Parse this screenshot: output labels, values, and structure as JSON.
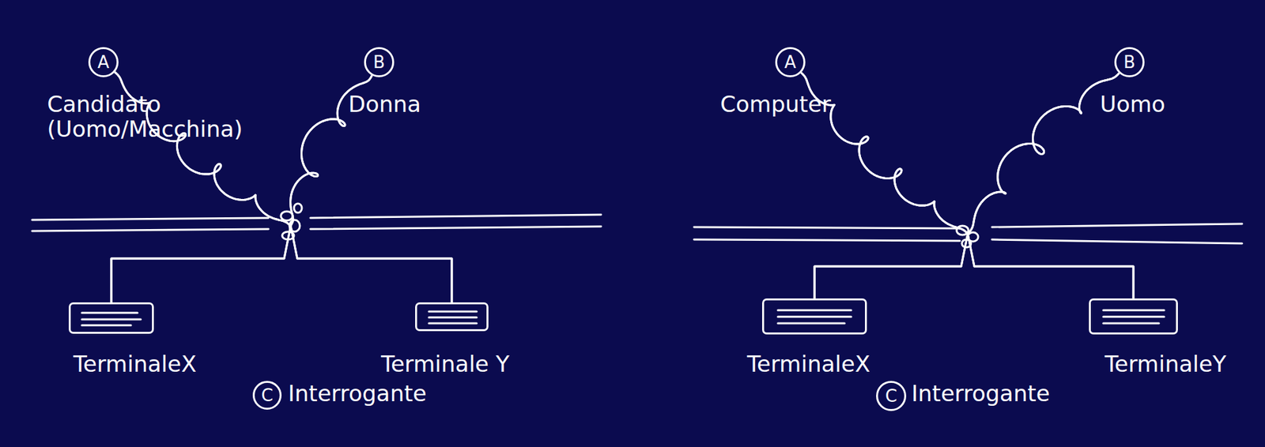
{
  "diagram": {
    "nodes": [
      {
        "text": [
          "A",
          "Candidato (Uomo/Macchina)"
        ]
      },
      {
        "text": [
          "B",
          "Donna"
        ]
      },
      {
        "text": [
          "TerminaleX"
        ]
      },
      {
        "text": [
          "Terminale Y"
        ]
      },
      {
        "text": [
          "C",
          "Interrogante"
        ]
      },
      {
        "text": [
          "A",
          "Computer"
        ]
      },
      {
        "text": [
          "B",
          "Uomo"
        ]
      },
      {
        "text": [
          "TerminaleX"
        ]
      },
      {
        "text": [
          "TerminaleY"
        ]
      },
      {
        "text": [
          "C",
          "Interrogante"
        ]
      }
    ],
    "edges": [
      {
        "from": 0,
        "to": 2,
        "arrow": "none"
      },
      {
        "from": 0,
        "to": 3,
        "arrow": "none"
      },
      {
        "from": 1,
        "to": 2,
        "arrow": "none"
      },
      {
        "from": 1,
        "to": 3,
        "arrow": "none"
      },
      {
        "from": 5,
        "to": 7,
        "arrow": "none"
      },
      {
        "from": 5,
        "to": 8,
        "arrow": "none"
      },
      {
        "from": 6,
        "to": 7,
        "arrow": "none"
      },
      {
        "from": 6,
        "to": 8,
        "arrow": "none"
      }
    ]
  }
}
